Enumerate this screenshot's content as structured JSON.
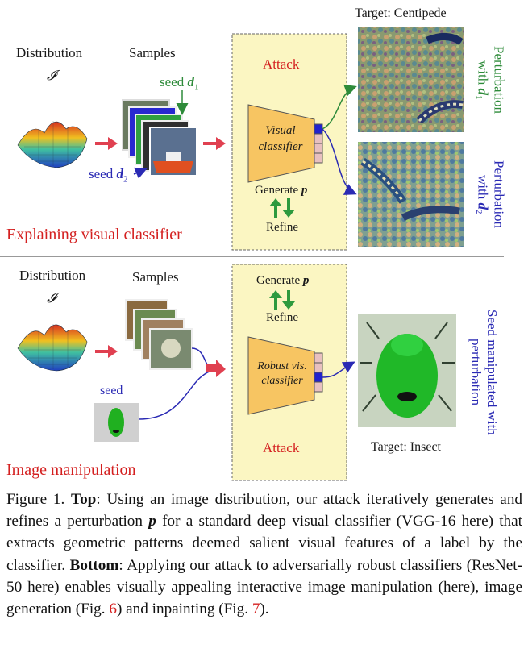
{
  "top": {
    "distribution_label": "Distribution",
    "distribution_symbol": "𝓘",
    "samples_label": "Samples",
    "seed_d1_prefix": "seed",
    "seed_d1_var": "d",
    "seed_d1_sub": "1",
    "seed_d2_prefix": "seed",
    "seed_d2_var": "d",
    "seed_d2_sub": "2",
    "attack_label": "Attack",
    "classifier_line1": "Visual",
    "classifier_line2": "classifier",
    "generate_label": "Generate",
    "generate_var": "p",
    "refine_label": "Refine",
    "target_label": "Target: Centipede",
    "pert1_line1": "Perturbation",
    "pert1_line2": "with",
    "pert1_var": "d",
    "pert1_sub": "1",
    "pert2_line1": "Perturbation",
    "pert2_line2": "with",
    "pert2_var": "d",
    "pert2_sub": "2",
    "section_title": "Explaining visual classifier"
  },
  "bottom": {
    "distribution_label": "Distribution",
    "distribution_symbol": "𝓘",
    "samples_label": "Samples",
    "seed_label": "seed",
    "generate_label": "Generate",
    "generate_var": "p",
    "refine_label": "Refine",
    "classifier_line1": "Robust vis.",
    "classifier_line2": "classifier",
    "attack_label": "Attack",
    "target_label": "Target: Insect",
    "seed_manip_line1": "Seed manipulated with",
    "seed_manip_line2": "perturbation",
    "section_title": "Image manipulation"
  },
  "caption": {
    "figure_label": "Figure 1.",
    "top_bold": "Top",
    "part1": ": Using an image distribution, our attack iteratively generates and refines a perturbation ",
    "p_var": "p",
    "part2": " for a standard deep visual classifier (VGG-16 here) that extracts geometric patterns deemed salient visual features of a label by the classifier. ",
    "bottom_bold": "Bottom",
    "part3": ": Applying our attack to adversarially robust classifiers (ResNet-50 here) enables visually appealing interactive image manipulation (here), image generation (Fig. ",
    "ref1": "6",
    "part4": ") and inpainting (Fig. ",
    "ref2": "7",
    "part5": ")."
  },
  "colors": {
    "red_text": "#d42020",
    "green_text": "#2e8b3a",
    "blue_text": "#2a2ab4",
    "panel_fill": "#fbf6c2",
    "classifier_fill": "#f7c562",
    "arrow_red": "#e04050"
  }
}
